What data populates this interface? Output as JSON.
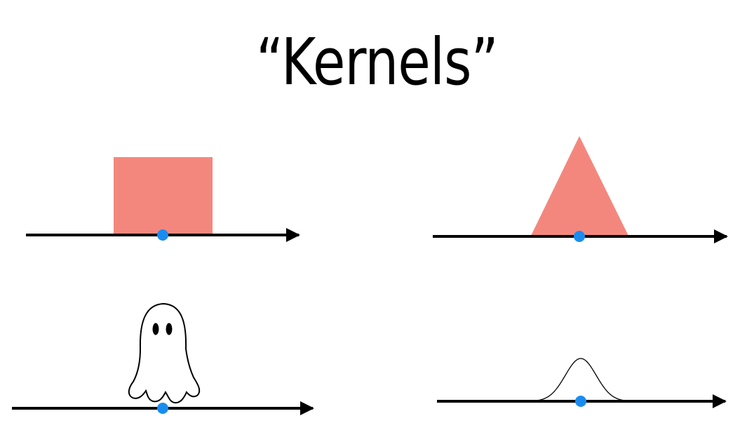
{
  "title": "“Kernels”",
  "colors": {
    "kernel_fill": "#f4877d",
    "axis": "#000000",
    "point": "#1a8cf0",
    "outline": "#000000",
    "background": "#ffffff"
  },
  "panels": [
    {
      "id": "box",
      "kernel": "box"
    },
    {
      "id": "triangle",
      "kernel": "triangle"
    },
    {
      "id": "ghost",
      "kernel": "ghost-icon"
    },
    {
      "id": "gaussian",
      "kernel": "gaussian"
    }
  ]
}
